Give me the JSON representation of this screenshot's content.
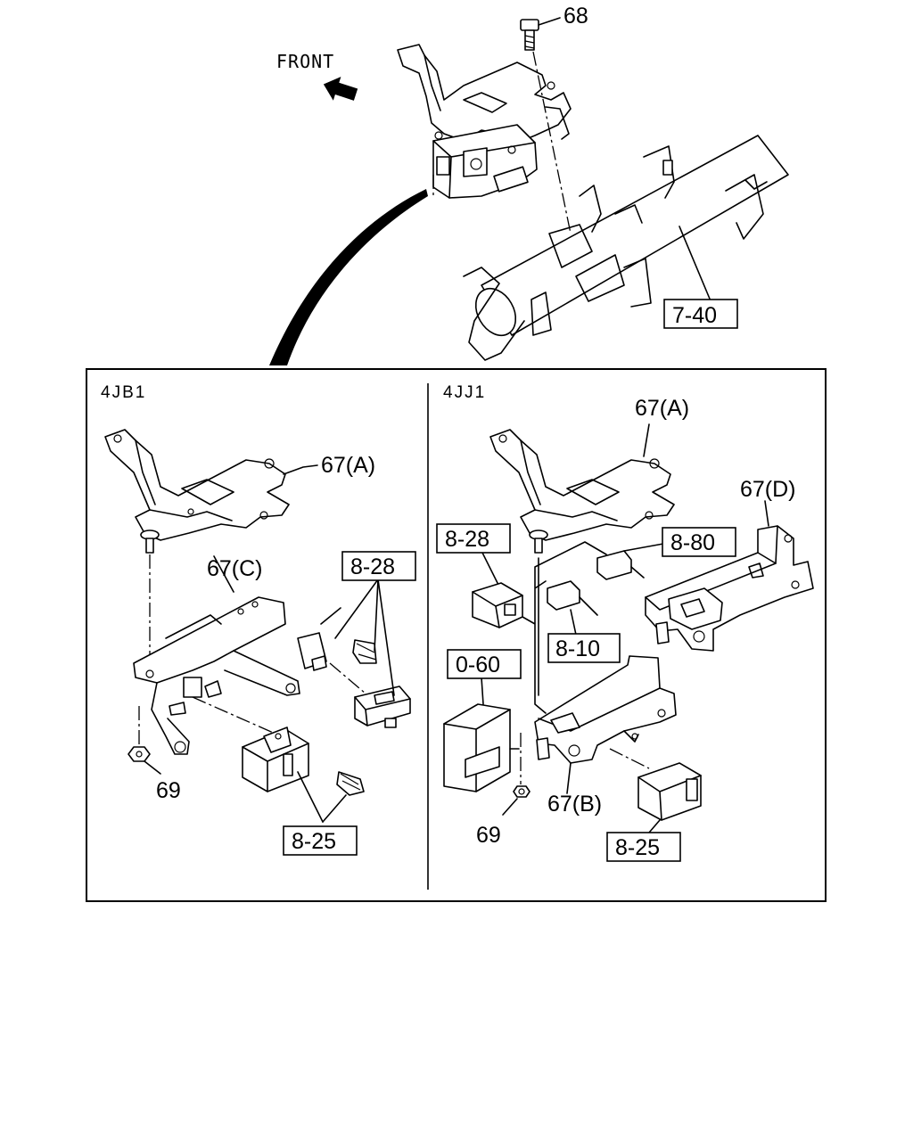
{
  "direction_label": "FRONT",
  "sections": {
    "left": "4JB1",
    "right": "4JJ1"
  },
  "callouts": {
    "top_bolt": "68",
    "crossmember": "7-40",
    "left_bracket_a": "67(A)",
    "left_bracket_c": "67(C)",
    "left_relay_28": "8-28",
    "left_nut": "69",
    "left_relay_25": "8-25",
    "right_bracket_a": "67(A)",
    "right_bracket_d": "67(D)",
    "right_relay_28": "8-28",
    "right_relay_80": "8-80",
    "right_relay_10": "8-10",
    "right_module": "0-60",
    "right_nut": "69",
    "right_bracket_b": "67(B)",
    "right_relay_25": "8-25"
  }
}
